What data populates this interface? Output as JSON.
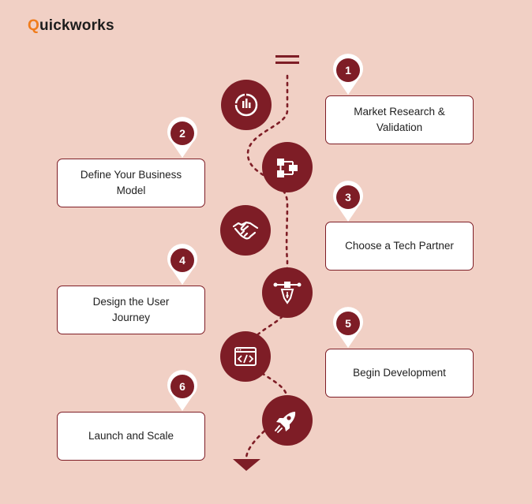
{
  "brand": {
    "name_accent": "Q",
    "name_rest": "uickworks",
    "accent_color": "#f07c1b"
  },
  "colors": {
    "background": "#f1d0c5",
    "primary": "#7e1d26",
    "card": "#ffffff"
  },
  "steps": [
    {
      "number": "1",
      "title": "Market Research & Validation",
      "icon": "pie-chart-icon"
    },
    {
      "number": "2",
      "title": "Define Your Business Model",
      "icon": "workflow-icon"
    },
    {
      "number": "3",
      "title": "Choose a Tech Partner",
      "icon": "handshake-icon"
    },
    {
      "number": "4",
      "title": "Design the User Journey",
      "icon": "pen-tool-icon"
    },
    {
      "number": "5",
      "title": "Begin Development",
      "icon": "code-window-icon"
    },
    {
      "number": "6",
      "title": "Launch and Scale",
      "icon": "rocket-icon"
    }
  ]
}
